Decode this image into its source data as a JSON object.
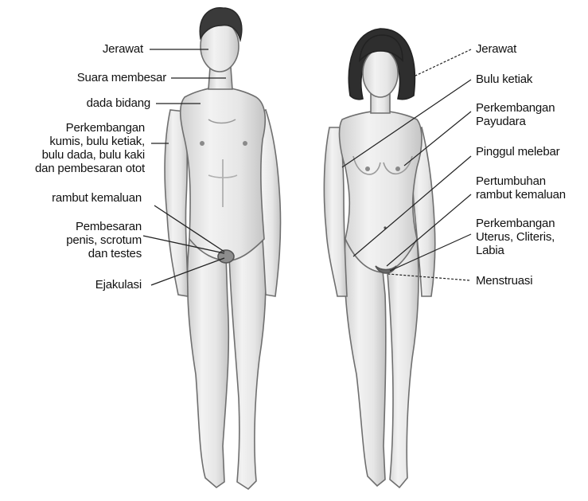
{
  "male_labels": [
    "Jerawat",
    "Suara membesar",
    "dada bidang",
    "Perkembangan\nkumis, bulu ketiak,\nbulu dada, bulu kaki\ndan pembesaran otot",
    "rambut kemaluan",
    "Pembesaran\npenis, scrotum\ndan testes",
    "Ejakulasi"
  ],
  "female_labels": [
    "Jerawat",
    "Bulu ketiak",
    "Perkembangan\nPayudara",
    "Pinggul melebar",
    "Pertumbuhan\nrambut kemaluan",
    "Perkembangan\nUterus, Cliteris,\nLabia",
    "Menstruasi"
  ],
  "colors": {
    "skin": "#ececec",
    "outline": "#6f6f6f",
    "shade": "#bdbdbd",
    "hair": "#2e2e2e",
    "line": "#222222"
  }
}
